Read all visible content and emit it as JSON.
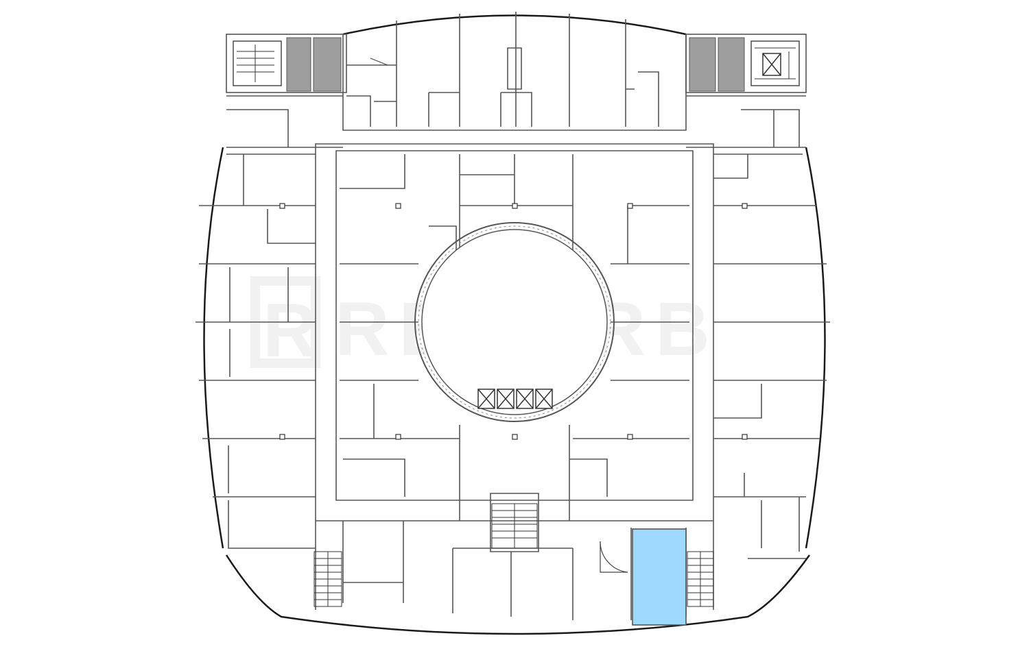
{
  "watermark": {
    "text": "REKORB",
    "logo_letter": "R"
  },
  "colors": {
    "wall": "#555555",
    "outer_wall": "#1a1a1a",
    "highlight": "#9ed8fb",
    "wet_zone": "#9e9e9e",
    "watermark": "#eeeeee"
  },
  "icons": [
    "stair-icon",
    "elevator-icon",
    "door-swing-icon",
    "column-icon"
  ],
  "highlighted_unit": {
    "state": "selected"
  }
}
